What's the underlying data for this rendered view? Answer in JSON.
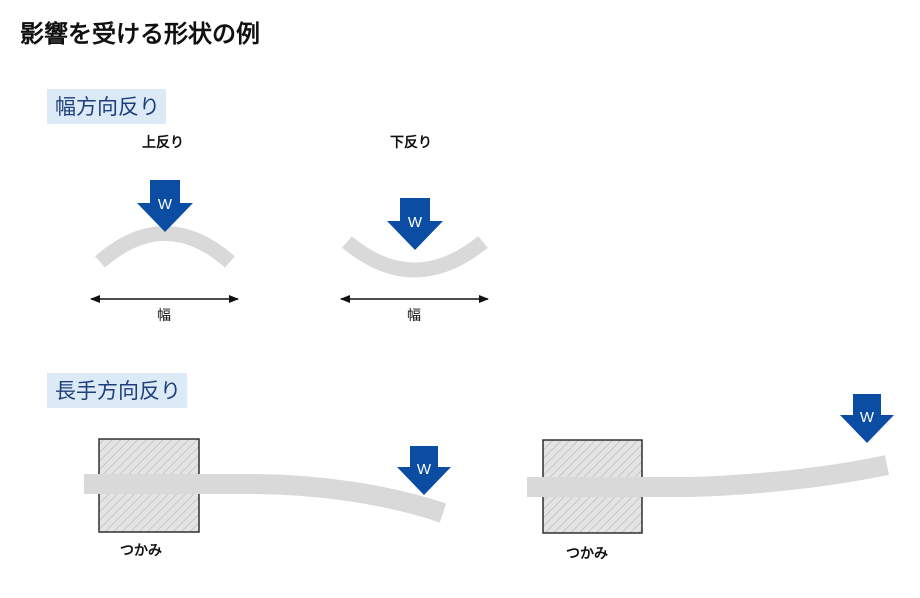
{
  "title": "影響を受ける形状の例",
  "sections": {
    "width_warp": {
      "heading": "幅方向反り",
      "cases": [
        {
          "label": "上反り",
          "load_symbol": "W",
          "dimension_label": "幅"
        },
        {
          "label": "下反り",
          "load_symbol": "W",
          "dimension_label": "幅"
        }
      ]
    },
    "length_warp": {
      "heading": "長手方向反り",
      "cases": [
        {
          "grip_label": "つかみ",
          "load_symbol": "W"
        },
        {
          "grip_label": "つかみ",
          "load_symbol": "W"
        }
      ]
    }
  },
  "colors": {
    "arrow_fill": "#0b4da3",
    "strip_fill": "#d9d9d9",
    "heading_background": "#dceaf7",
    "heading_text": "#1f3f7a"
  }
}
